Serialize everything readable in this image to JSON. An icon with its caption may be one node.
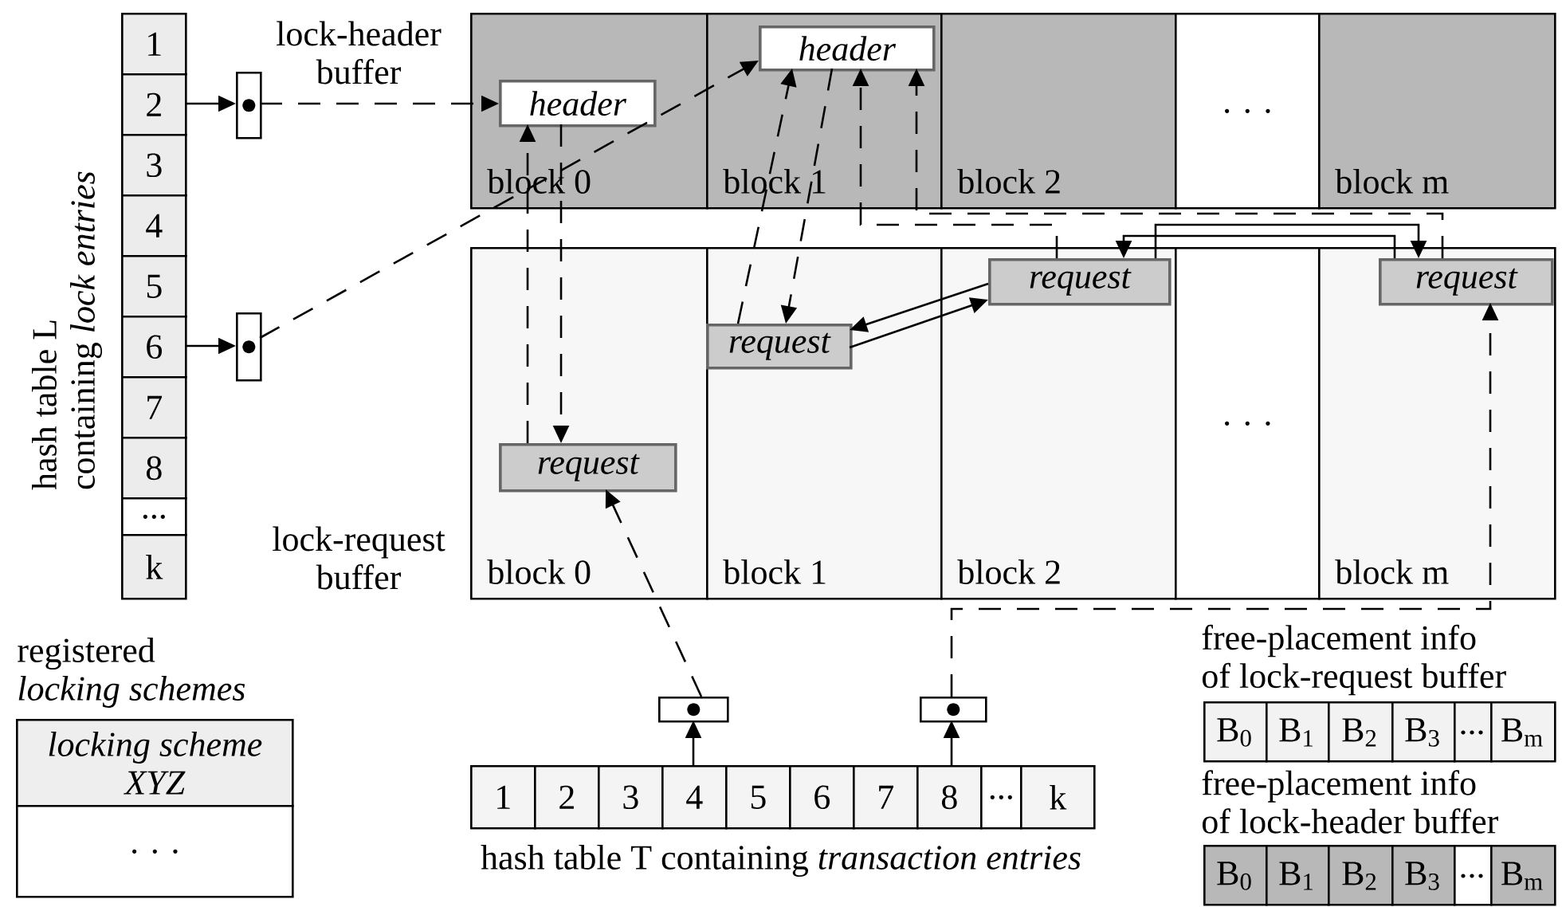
{
  "diagram": {
    "nodes": [
      {
        "text": [
          "1"
        ]
      },
      {
        "text": [
          "2"
        ]
      },
      {
        "text": [
          "3"
        ]
      },
      {
        "text": [
          "4"
        ]
      },
      {
        "text": [
          "5"
        ]
      },
      {
        "text": [
          "6"
        ]
      },
      {
        "text": [
          "7"
        ]
      },
      {
        "text": [
          "8"
        ]
      },
      {
        "text": [
          "..."
        ]
      },
      {
        "text": [
          "k"
        ]
      },
      {
        "text": [],
        "shape": "box"
      },
      {
        "text": [],
        "shape": "box"
      },
      {
        "text": [
          "block 0"
        ]
      },
      {
        "text": [
          "block 1"
        ]
      },
      {
        "text": [
          "block 2"
        ]
      },
      {
        "text": [
          ". . ."
        ]
      },
      {
        "text": [
          "block m"
        ]
      },
      {
        "text": [
          "header"
        ],
        "in": 12
      },
      {
        "text": [
          "header"
        ],
        "in": 13
      },
      {
        "text": [
          "block 0"
        ]
      },
      {
        "text": [
          "block 1"
        ]
      },
      {
        "text": [
          "block 2"
        ]
      },
      {
        "text": [
          ". . ."
        ]
      },
      {
        "text": [
          "block m"
        ]
      },
      {
        "text": [
          "request"
        ],
        "in": 19
      },
      {
        "text": [
          "request"
        ],
        "in": 20
      },
      {
        "text": [
          "request"
        ],
        "in": 21
      },
      {
        "text": [
          "request"
        ],
        "in": 23
      },
      {
        "text": [
          "1"
        ]
      },
      {
        "text": [
          "2"
        ]
      },
      {
        "text": [
          "3"
        ]
      },
      {
        "text": [
          "4"
        ]
      },
      {
        "text": [
          "5"
        ]
      },
      {
        "text": [
          "6"
        ]
      },
      {
        "text": [
          "7"
        ]
      },
      {
        "text": [
          "8"
        ]
      },
      {
        "text": [
          "..."
        ]
      },
      {
        "text": [
          "k"
        ]
      },
      {
        "text": [],
        "shape": "box"
      },
      {
        "text": [],
        "shape": "box"
      },
      {
        "text": [
          "locking scheme XYZ"
        ]
      },
      {
        "text": [
          ". . ."
        ]
      }
    ],
    "edges": [
      {
        "from": 1,
        "to": 10,
        "arrow": "to"
      },
      {
        "from": 10,
        "to": 17,
        "arrow": "to",
        "style": "dashed"
      },
      {
        "from": 5,
        "to": 11,
        "arrow": "to"
      },
      {
        "from": 11,
        "to": 18,
        "arrow": "to",
        "style": "dashed"
      },
      {
        "from": 17,
        "to": 24,
        "arrow": "to",
        "style": "dashed"
      },
      {
        "from": 24,
        "to": 17,
        "arrow": "to",
        "style": "dashed"
      },
      {
        "from": 18,
        "to": 25,
        "arrow": "to",
        "style": "dashed"
      },
      {
        "from": 25,
        "to": 18,
        "arrow": "to",
        "style": "dashed"
      },
      {
        "from": 26,
        "to": 18,
        "arrow": "to",
        "style": "dashed"
      },
      {
        "from": 27,
        "to": 18,
        "arrow": "to",
        "style": "dashed"
      },
      {
        "from": 25,
        "to": 26,
        "arrow": "to"
      },
      {
        "from": 26,
        "to": 25,
        "arrow": "to"
      },
      {
        "from": 26,
        "to": 27,
        "arrow": "to"
      },
      {
        "from": 27,
        "to": 26,
        "arrow": "to"
      },
      {
        "from": 31,
        "to": 38,
        "arrow": "to"
      },
      {
        "from": 38,
        "to": 24,
        "arrow": "to",
        "style": "dashed"
      },
      {
        "from": 35,
        "to": 39,
        "arrow": "to"
      },
      {
        "from": 39,
        "to": 27,
        "arrow": "to",
        "style": "dashed"
      }
    ],
    "labels": [
      "lock-header buffer",
      "hash table L containing *lock entries*",
      "lock-request buffer",
      "registered *locking schemes*",
      "hash table T containing *transaction entries*",
      "free-placement info of lock-request buffer",
      "B$_{0}$",
      "B$_{1}$",
      "B$_{2}$",
      "B$_{3}$",
      "...",
      "B$_{m}$",
      "free-placement info of lock-header buffer",
      "B$_{0}$",
      "B$_{1}$",
      "B$_{2}$",
      "B$_{3}$",
      "...",
      "B$_{m}$"
    ]
  }
}
